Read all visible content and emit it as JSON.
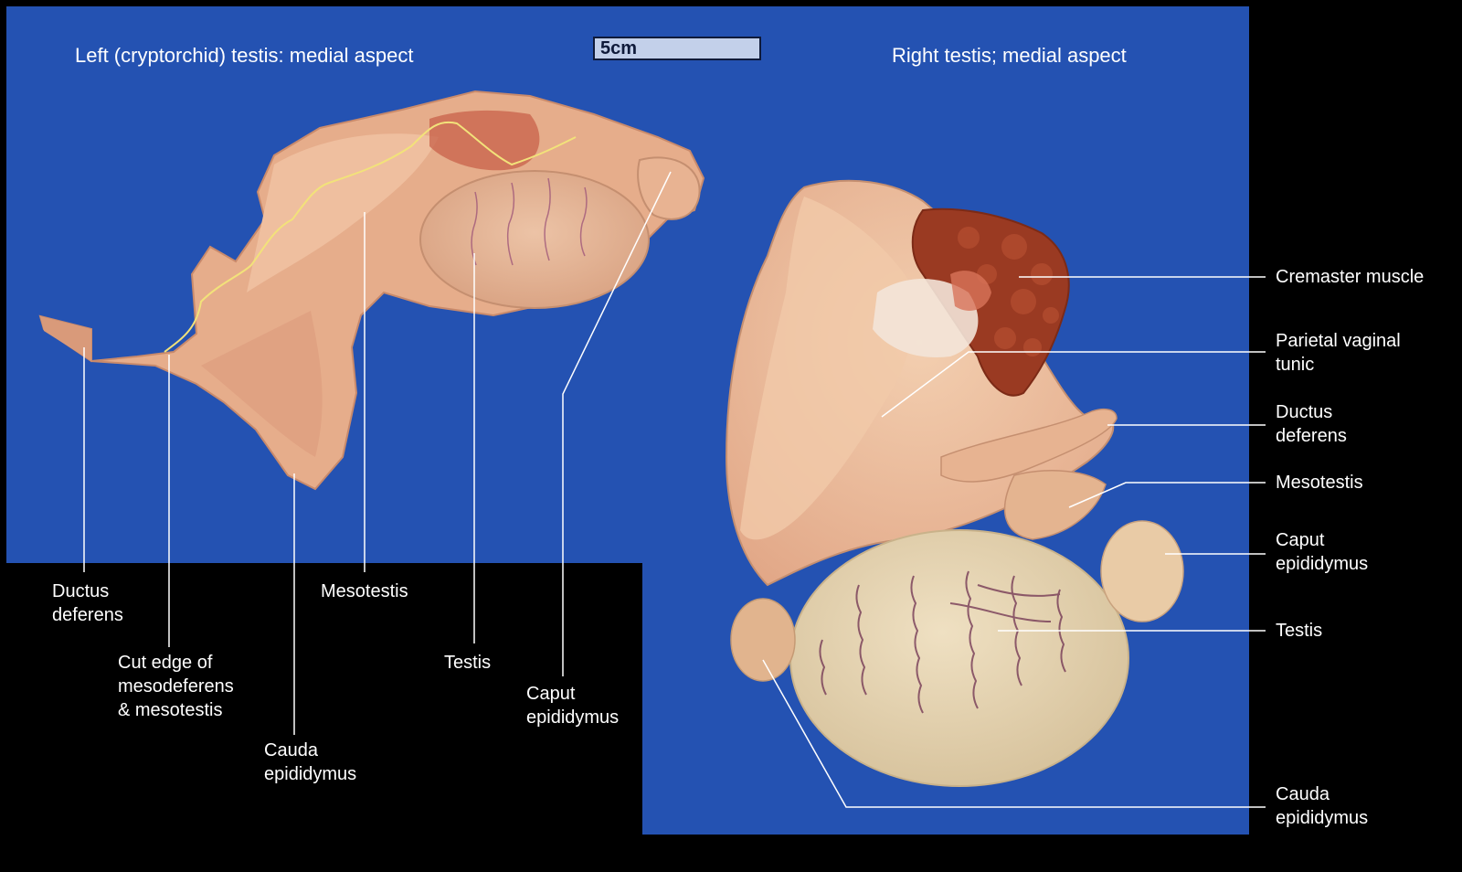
{
  "left_panel": {
    "title": "Left (cryptorchid) testis: medial aspect",
    "labels": {
      "ductus_deferens": "Ductus\ndeferens",
      "cut_edge": "Cut edge of\nmesodeferens\n& mesotestis",
      "cauda_epididymus": "Cauda\nepididymus",
      "mesotestis": "Mesotestis",
      "testis": "Testis",
      "caput_epididymus": "Caput\nepididymus"
    }
  },
  "scale_bar": {
    "label": "5cm"
  },
  "right_panel": {
    "title": "Right testis; medial aspect",
    "labels": {
      "cremaster": "Cremaster muscle",
      "parietal": "Parietal vaginal\ntunic",
      "ductus_deferens": "Ductus\ndeferens",
      "mesotestis": "Mesotestis",
      "caput_epididymus": "Caput\nepididymus",
      "testis": "Testis",
      "cauda_epididymus": "Cauda\nepididymus"
    }
  },
  "colors": {
    "background": "#000000",
    "photo_backdrop": "#2452b2",
    "tissue": "#e9b08f",
    "tissue_dark": "#d99a7a",
    "testis": "#e8d6b4",
    "cremaster": "#9a3a22",
    "vessel": "#6e3050",
    "leader_line": "#ffffff",
    "cut_edge_highlight": "#f2e27a"
  }
}
